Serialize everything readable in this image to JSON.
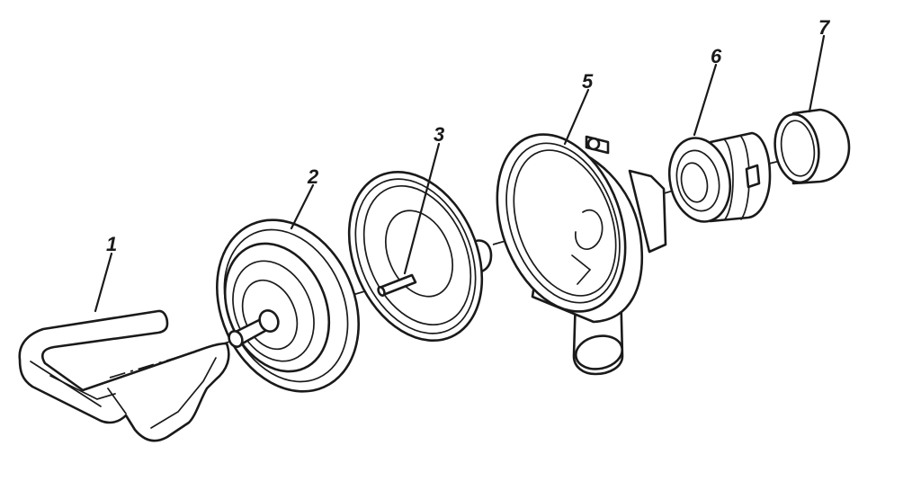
{
  "diagram": {
    "type": "exploded-assembly",
    "callouts": [
      {
        "id": "part-1",
        "label": "1"
      },
      {
        "id": "part-2",
        "label": "2"
      },
      {
        "id": "part-3",
        "label": "3"
      },
      {
        "id": "part-5",
        "label": "5"
      },
      {
        "id": "part-6",
        "label": "6"
      },
      {
        "id": "part-7",
        "label": "7"
      }
    ]
  }
}
